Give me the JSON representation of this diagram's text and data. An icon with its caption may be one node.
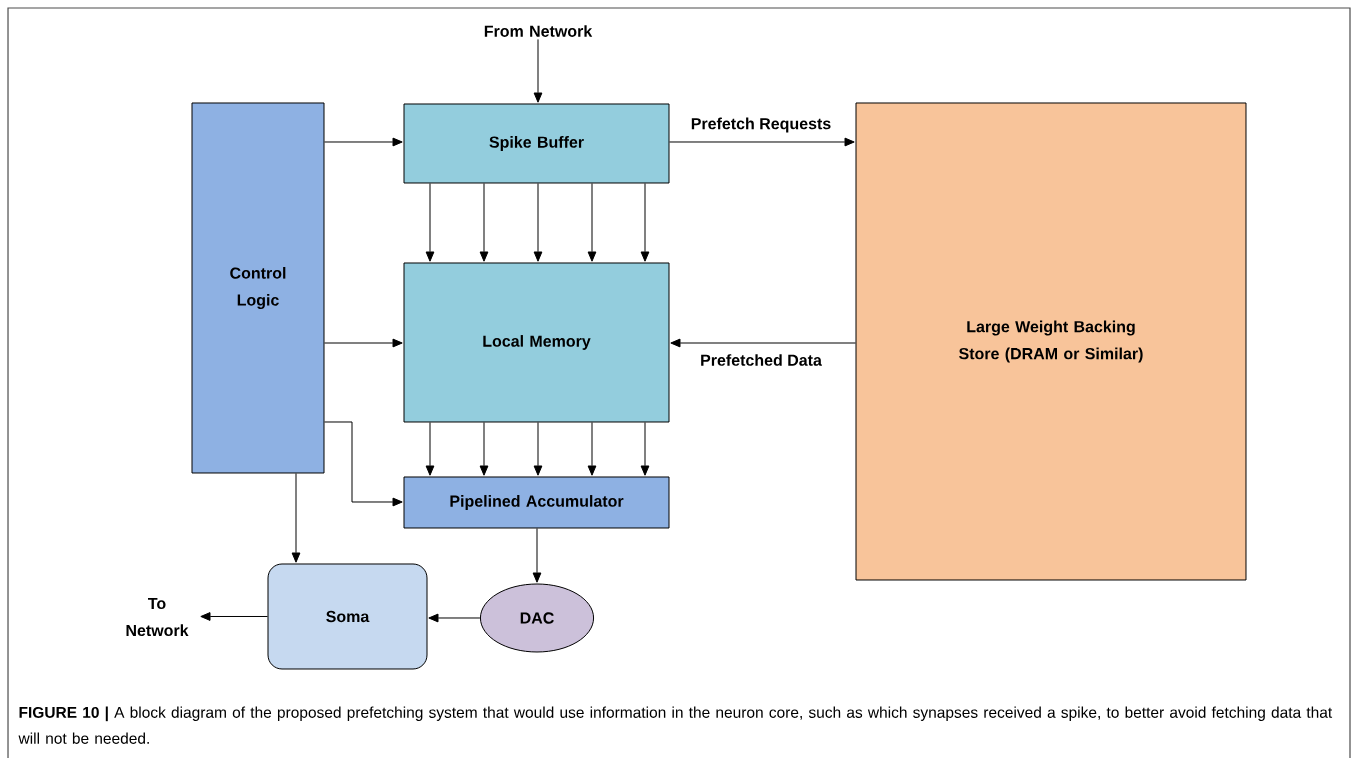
{
  "diagram": {
    "caption": "**FIGURE 10 |** A block diagram of the proposed prefetching system that would use information in the neuron core, such as which synapses received a spike, to better avoid fetching data that will not be needed.",
    "nodes": [
      {
        "text": [
          "From Network"
        ]
      },
      {
        "text": [
          "Control Logic"
        ]
      },
      {
        "text": [
          "Spike Buffer"
        ]
      },
      {
        "text": [
          "Local Memory"
        ]
      },
      {
        "text": [
          "Pipelined Accumulator"
        ]
      },
      {
        "text": [
          "Large Weight Backing Store (DRAM or Similar)"
        ]
      },
      {
        "text": [
          "Soma"
        ]
      },
      {
        "text": [
          "DAC"
        ]
      },
      {
        "text": [
          "To Network"
        ]
      }
    ],
    "edges": [
      {
        "from": 0,
        "to": 2,
        "arrow": "to"
      },
      {
        "from": 1,
        "to": 2,
        "arrow": "to"
      },
      {
        "from": 2,
        "to": 5,
        "arrow": "to",
        "label": "Prefetch Requests"
      },
      {
        "from": 2,
        "to": 3,
        "arrow": "to"
      },
      {
        "from": 2,
        "to": 3,
        "arrow": "to"
      },
      {
        "from": 2,
        "to": 3,
        "arrow": "to"
      },
      {
        "from": 2,
        "to": 3,
        "arrow": "to"
      },
      {
        "from": 2,
        "to": 3,
        "arrow": "to"
      },
      {
        "from": 5,
        "to": 3,
        "arrow": "to",
        "label": "Prefetched Data"
      },
      {
        "from": 1,
        "to": 3,
        "arrow": "to"
      },
      {
        "from": 3,
        "to": 4,
        "arrow": "to"
      },
      {
        "from": 3,
        "to": 4,
        "arrow": "to"
      },
      {
        "from": 3,
        "to": 4,
        "arrow": "to"
      },
      {
        "from": 3,
        "to": 4,
        "arrow": "to"
      },
      {
        "from": 3,
        "to": 4,
        "arrow": "to"
      },
      {
        "from": 1,
        "to": 4,
        "arrow": "to"
      },
      {
        "from": 1,
        "to": 6,
        "arrow": "to"
      },
      {
        "from": 4,
        "to": 7,
        "arrow": "to"
      },
      {
        "from": 7,
        "to": 6,
        "arrow": "to"
      },
      {
        "from": 6,
        "to": 8,
        "arrow": "to"
      }
    ]
  }
}
